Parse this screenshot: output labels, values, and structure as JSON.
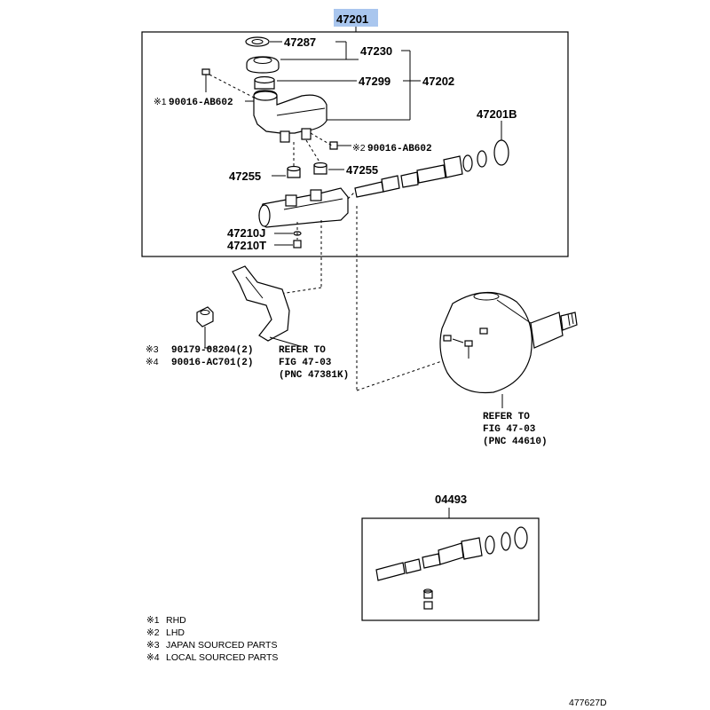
{
  "main_part": "47201",
  "labels": {
    "p47287": "47287",
    "p47230": "47230",
    "p47299": "47299",
    "p47202": "47202",
    "p90016_1": "90016-AB602",
    "p47201B": "47201B",
    "p90016_2": "90016-AB602",
    "p47255_left": "47255",
    "p47255_right": "47255",
    "p47210J": "47210J",
    "p47210T": "47210T",
    "p90179": "90179-08204(2)",
    "p90016_ac": "90016-AC701(2)",
    "p04493": "04493"
  },
  "marks": {
    "m1": "※1",
    "m2": "※2",
    "m3": "※3",
    "m4": "※4"
  },
  "refer_left": {
    "line1": "REFER TO",
    "line2": "FIG 47-03",
    "line3": "(PNC 47381K)"
  },
  "refer_right": {
    "line1": "REFER TO",
    "line2": "FIG 47-03",
    "line3": "(PNC 44610)"
  },
  "legend": [
    {
      "mark": "※1",
      "text": "RHD"
    },
    {
      "mark": "※2",
      "text": "LHD"
    },
    {
      "mark": "※3",
      "text": "JAPAN SOURCED PARTS"
    },
    {
      "mark": "※4",
      "text": "LOCAL SOURCED PARTS"
    }
  ],
  "figure_code": "477627D",
  "colors": {
    "highlight": "#a9c6ee"
  }
}
